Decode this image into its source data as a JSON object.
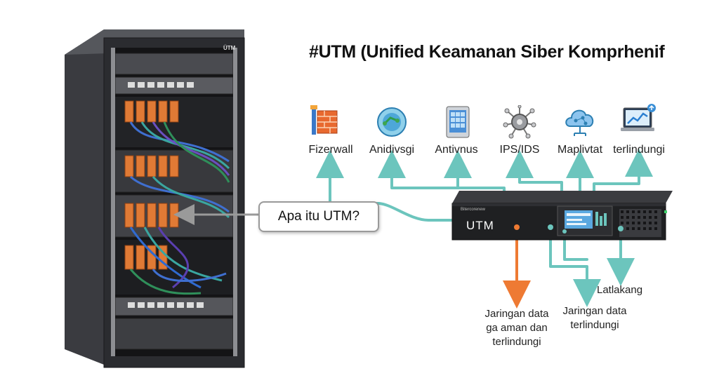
{
  "title": "#UTM (Unified Keamanan Siber Komprhenif",
  "rack": {
    "brand": "ÜTM"
  },
  "callout": {
    "text": "Apa itu UTM?"
  },
  "device": {
    "label": "UTM",
    "brand": "Bitercorenew"
  },
  "features": [
    {
      "label": "Fizerwall",
      "icon": "firewall-icon"
    },
    {
      "label": "Anidivsgi",
      "icon": "globe-network-icon"
    },
    {
      "label": "Antivnus",
      "icon": "tablet-grid-icon"
    },
    {
      "label": "IPS/IDS",
      "icon": "gear-network-icon"
    },
    {
      "label": "Maplivtat",
      "icon": "cloud-network-icon"
    },
    {
      "label": "terlindungi",
      "icon": "laptop-chart-icon"
    }
  ],
  "outputs": {
    "left": "Jaringan data\nga aman dan\nterlindungi",
    "middle": "Jaringan data\nterlindungi",
    "right": "Latlakang"
  },
  "colors": {
    "teal": "#6cc5bd",
    "orange": "#ee7a33",
    "rack": "#2e2f33",
    "device": "#1f2022"
  }
}
